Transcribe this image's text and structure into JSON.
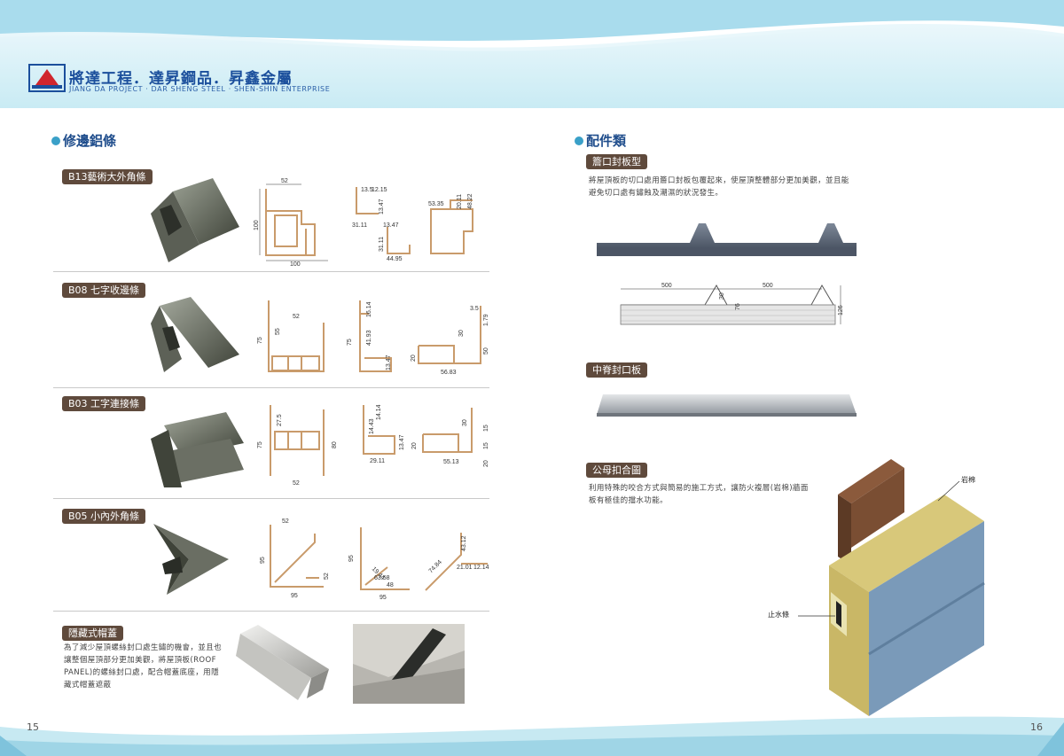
{
  "header": {
    "brand_zh": "將達工程．達昇鋼品．昇鑫金屬",
    "brand_en": "JIANG DA PROJECT · DAR SHENG STEEL · SHEN-SHIN ENTERPRISE"
  },
  "left": {
    "section_title": "修邊鋁條",
    "products": [
      {
        "label": "B13藝術大外角條",
        "dims_a": [
          "52",
          "100",
          "100"
        ],
        "dims_b": [
          "13.5",
          "12.15",
          "31.11",
          "13.47",
          "13.47",
          "31.11",
          "44.95"
        ],
        "dims_c": [
          "53.35",
          "20.11",
          "48.22"
        ]
      },
      {
        "label": "B08 七字收邊條",
        "dims_a": [
          "52",
          "75",
          "55"
        ],
        "dims_b": [
          "16.14",
          "41.93",
          "75",
          "13.47"
        ],
        "dims_c": [
          "3.5",
          "30",
          "20",
          "50",
          "1.79",
          "56.83"
        ]
      },
      {
        "label": "B03 工字連接條",
        "dims_a": [
          "27.5",
          "75",
          "52",
          "80"
        ],
        "dims_b": [
          "14.43",
          "14.14",
          "29.11",
          "13.47"
        ],
        "dims_c": [
          "30",
          "15",
          "20",
          "15",
          "20",
          "55.13"
        ]
      },
      {
        "label": "B05 小內外角條",
        "dims_a": [
          "52",
          "95",
          "95",
          "52"
        ],
        "dims_b": [
          "95",
          "19.44",
          "63.58",
          "48",
          "95"
        ],
        "dims_c": [
          "43.12",
          "74.84",
          "21.01",
          "12.14"
        ]
      }
    ],
    "hidden_cap": {
      "label": "隱藏式帽蓋",
      "desc": "為了減少屋頂螺絲封口處生鏽的機會，並且也讓整個屋頂部分更加美觀，將屋頂板(ROOF PANEL)的螺絲封口處，配合帽蓋底座，用隱藏式帽蓋遮蔽"
    },
    "page_number": "15"
  },
  "right": {
    "section_title": "配件類",
    "eave": {
      "label": "簷口封板型",
      "desc": "將屋頂板的切口處用簷口封板包覆起來，使屋頂整體部分更加美觀，並且能避免切口處有鏽蝕及潮濕的狀況發生。",
      "dims": [
        "500",
        "500",
        "30",
        "76",
        "126"
      ]
    },
    "ridge": {
      "label": "中脊封口板"
    },
    "joint": {
      "label": "公母扣合圖",
      "desc": "利用特殊的咬合方式與簡易的施工方式，讓防火複層(岩棉)牆面板有極佳的擋水功能。",
      "callout_top": "岩棉",
      "callout_side": "止水條"
    },
    "page_number": "16"
  },
  "colors": {
    "accent_blue": "#1f4d8c",
    "badge_brown": "#5f4a3c",
    "wave_light": "#bfe3ef",
    "wave_dark": "#7fc3dc",
    "dot": "#3aa0c8"
  }
}
